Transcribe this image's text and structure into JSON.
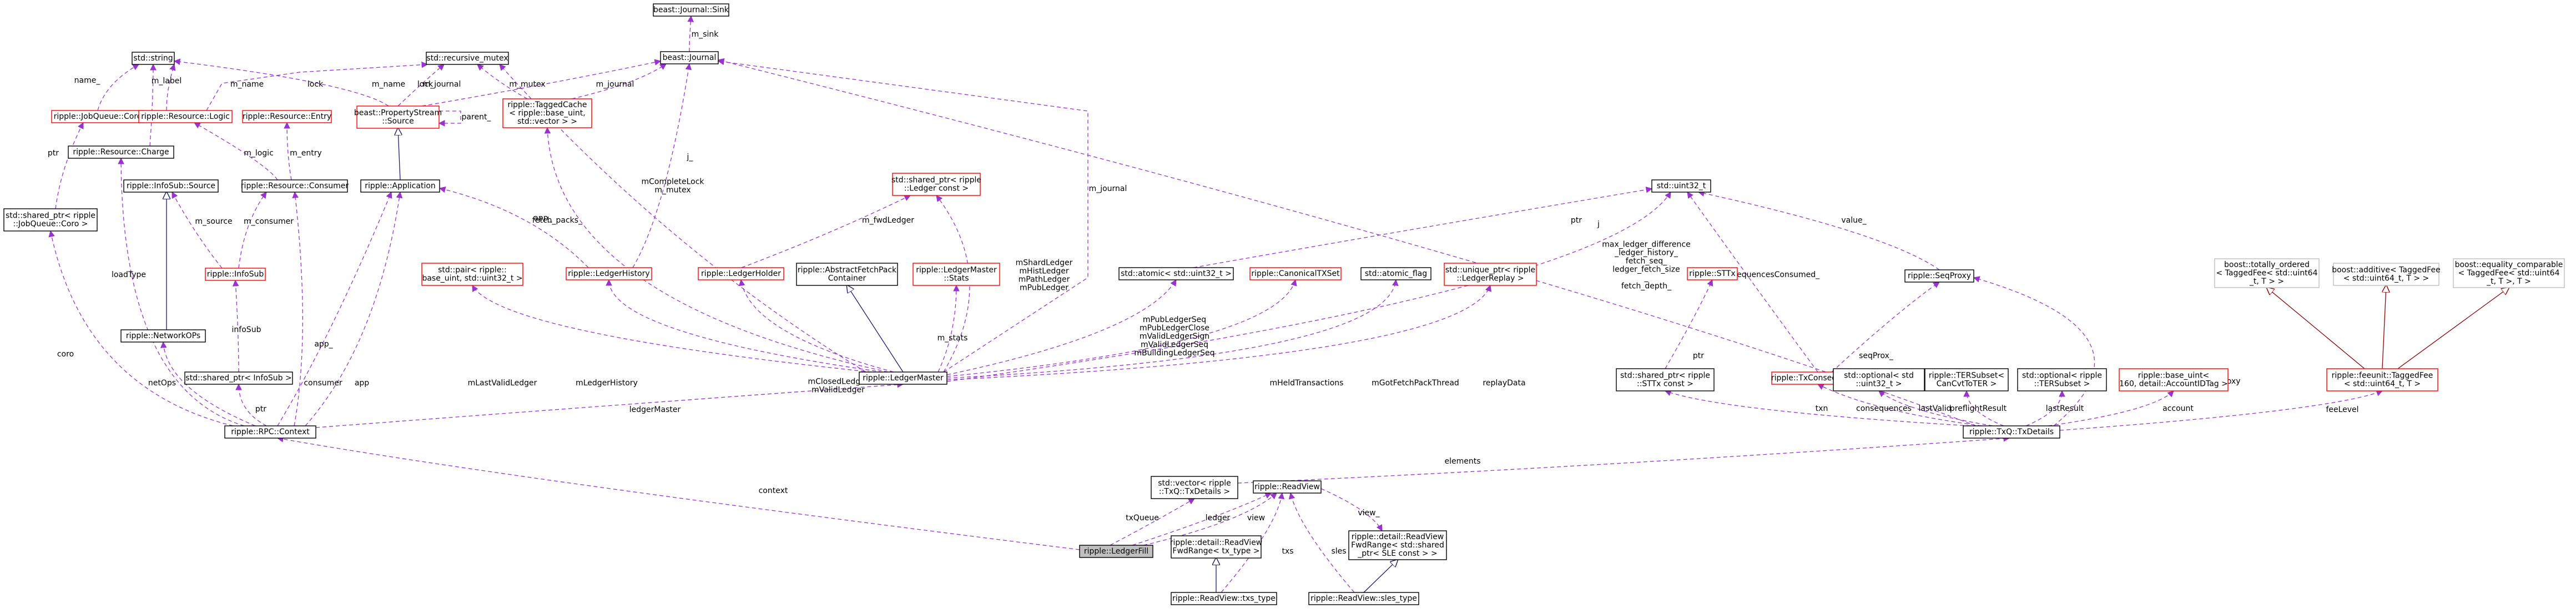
{
  "nodes": [
    {
      "id": "beast_journal_sink",
      "lines": [
        "beast::Journal::Sink"
      ],
      "style": "black"
    },
    {
      "id": "beast_journal",
      "lines": [
        "beast::Journal"
      ],
      "style": "black"
    },
    {
      "id": "std_string",
      "lines": [
        "std::string"
      ],
      "style": "black"
    },
    {
      "id": "std_recursive_mutex",
      "lines": [
        "std::recursive_mutex"
      ],
      "style": "black"
    },
    {
      "id": "jobqueue_coro",
      "lines": [
        "ripple::JobQueue::Coro"
      ],
      "style": "red"
    },
    {
      "id": "resource_logic",
      "lines": [
        "ripple::Resource::Logic"
      ],
      "style": "red"
    },
    {
      "id": "resource_entry",
      "lines": [
        "ripple::Resource::Entry"
      ],
      "style": "red"
    },
    {
      "id": "property_stream_source",
      "lines": [
        "beast::PropertyStream",
        "::Source"
      ],
      "style": "red"
    },
    {
      "id": "tagged_cache",
      "lines": [
        "ripple::TaggedCache",
        "< ripple::base_uint,",
        "std::vector > >"
      ],
      "style": "red"
    },
    {
      "id": "resource_charge",
      "lines": [
        "ripple::Resource::Charge"
      ],
      "style": "black"
    },
    {
      "id": "shared_ptr_coro",
      "lines": [
        "std::shared_ptr< ripple",
        "::JobQueue::Coro >"
      ],
      "style": "black"
    },
    {
      "id": "infosub_source",
      "lines": [
        "ripple::InfoSub::Source"
      ],
      "style": "black"
    },
    {
      "id": "resource_consumer",
      "lines": [
        "ripple::Resource::Consumer"
      ],
      "style": "black"
    },
    {
      "id": "application",
      "lines": [
        "ripple::Application"
      ],
      "style": "black"
    },
    {
      "id": "shared_ptr_ledger_const",
      "lines": [
        "std::shared_ptr< ripple",
        "::Ledger const >"
      ],
      "style": "red"
    },
    {
      "id": "infosub",
      "lines": [
        "ripple::InfoSub"
      ],
      "style": "red"
    },
    {
      "id": "std_pair",
      "lines": [
        "std::pair< ripple::",
        "base_uint, std::uint32_t >"
      ],
      "style": "red"
    },
    {
      "id": "ledger_history",
      "lines": [
        "ripple::LedgerHistory"
      ],
      "style": "red"
    },
    {
      "id": "ledger_holder",
      "lines": [
        "ripple::LedgerHolder"
      ],
      "style": "red"
    },
    {
      "id": "abstract_fetch_pack",
      "lines": [
        "ripple::AbstractFetchPack",
        "Container"
      ],
      "style": "black"
    },
    {
      "id": "ledger_master_stats",
      "lines": [
        "ripple::LedgerMaster",
        "::Stats"
      ],
      "style": "red"
    },
    {
      "id": "atomic_uint32",
      "lines": [
        "std::atomic< std::uint32_t >"
      ],
      "style": "black"
    },
    {
      "id": "canonical_txset",
      "lines": [
        "ripple::CanonicalTXSet"
      ],
      "style": "red"
    },
    {
      "id": "atomic_flag",
      "lines": [
        "std::atomic_flag"
      ],
      "style": "black"
    },
    {
      "id": "unique_ptr_ledger_replay",
      "lines": [
        "std::unique_ptr< ripple",
        "::LedgerReplay >"
      ],
      "style": "red"
    },
    {
      "id": "uint32",
      "lines": [
        "std::uint32_t"
      ],
      "style": "black"
    },
    {
      "id": "sttx",
      "lines": [
        "ripple::STTx"
      ],
      "style": "red"
    },
    {
      "id": "seq_proxy",
      "lines": [
        "ripple::SeqProxy"
      ],
      "style": "black"
    },
    {
      "id": "totally_ordered",
      "lines": [
        "boost::totally_ordered",
        "< TaggedFee< std::uint64",
        "_t, T > >"
      ],
      "style": "grey"
    },
    {
      "id": "additive",
      "lines": [
        "boost::additive< TaggedFee",
        "< std::uint64_t, T > >"
      ],
      "style": "grey"
    },
    {
      "id": "equality_comparable",
      "lines": [
        "boost::equality_comparable",
        "< TaggedFee< std::uint64",
        "_t, T >, T >"
      ],
      "style": "grey"
    },
    {
      "id": "network_ops",
      "lines": [
        "ripple::NetworkOPs"
      ],
      "style": "black"
    },
    {
      "id": "shared_ptr_infosub",
      "lines": [
        "std::shared_ptr< InfoSub >"
      ],
      "style": "black"
    },
    {
      "id": "ledger_master",
      "lines": [
        "ripple::LedgerMaster"
      ],
      "style": "black"
    },
    {
      "id": "shared_ptr_sttx",
      "lines": [
        "std::shared_ptr< ripple",
        "::STTx const >"
      ],
      "style": "black"
    },
    {
      "id": "tx_consequences",
      "lines": [
        "ripple::TxConsequences"
      ],
      "style": "red"
    },
    {
      "id": "optional_uint32",
      "lines": [
        "std::optional< std",
        "::uint32_t >"
      ],
      "style": "black"
    },
    {
      "id": "ter_subset",
      "lines": [
        "ripple::TERSubset<",
        "CanCvtToTER >"
      ],
      "style": "black"
    },
    {
      "id": "optional_ter_subset",
      "lines": [
        "std::optional< ripple",
        "::TERSubset >"
      ],
      "style": "black"
    },
    {
      "id": "base_uint_account",
      "lines": [
        "ripple::base_uint<",
        "160, detail::AccountIDTag >"
      ],
      "style": "red"
    },
    {
      "id": "fee_unit",
      "lines": [
        "ripple::feeunit::TaggedFee",
        "< std::uint64_t, T >"
      ],
      "style": "red"
    },
    {
      "id": "rpc_context",
      "lines": [
        "ripple::RPC::Context"
      ],
      "style": "black"
    },
    {
      "id": "txq_txdetails",
      "lines": [
        "ripple::TxQ::TxDetails"
      ],
      "style": "black"
    },
    {
      "id": "vector_txdetails",
      "lines": [
        "std::vector< ripple",
        "::TxQ::TxDetails >"
      ],
      "style": "black"
    },
    {
      "id": "read_view",
      "lines": [
        "ripple::ReadView"
      ],
      "style": "black"
    },
    {
      "id": "readview_fwdrange_tx",
      "lines": [
        "ripple::detail::ReadView",
        "FwdRange< tx_type >"
      ],
      "style": "black"
    },
    {
      "id": "readview_fwdrange_sles",
      "lines": [
        "ripple::detail::ReadView",
        "FwdRange< std::shared",
        "_ptr< SLE const > >"
      ],
      "style": "black"
    },
    {
      "id": "ledger_fill",
      "lines": [
        "ripple::LedgerFill"
      ],
      "style": "gray-fill"
    },
    {
      "id": "readview_txs_type",
      "lines": [
        "ripple::ReadView::txs_type"
      ],
      "style": "black"
    },
    {
      "id": "readview_sles_type",
      "lines": [
        "ripple::ReadView::sles_type"
      ],
      "style": "black"
    }
  ],
  "edges": [
    {
      "label": "m_sink",
      "style": "purple"
    },
    {
      "label": "name_",
      "style": "purple"
    },
    {
      "label": "m_label",
      "style": "purple"
    },
    {
      "label": "m_name",
      "style": "purple"
    },
    {
      "label": "lock",
      "style": "purple"
    },
    {
      "label": "m_name",
      "style": "purple"
    },
    {
      "label": "lock",
      "style": "purple"
    },
    {
      "label": "m_journal",
      "style": "purple"
    },
    {
      "label": "m_mutex",
      "style": "purple"
    },
    {
      "label": "m_journal",
      "style": "purple"
    },
    {
      "label": "parent_",
      "style": "purple"
    },
    {
      "label": "ptr",
      "style": "purple"
    },
    {
      "label": "m_logic",
      "style": "purple"
    },
    {
      "label": "m_entry",
      "style": "purple"
    },
    {
      "label": "m_source",
      "style": "purple"
    },
    {
      "label": "m_consumer",
      "style": "purple"
    },
    {
      "label": "j_",
      "style": "purple"
    },
    {
      "label": "mCompleteLock\nm_mutex",
      "style": "purple"
    },
    {
      "label": "m_journal",
      "style": "purple"
    },
    {
      "label": "j",
      "style": "purple"
    },
    {
      "label": "ptr",
      "style": "purple"
    },
    {
      "label": "value_",
      "style": "purple"
    },
    {
      "label": "m_fwdLedger",
      "style": "purple"
    },
    {
      "label": "app_",
      "style": "purple"
    },
    {
      "label": "app_",
      "style": "purple"
    },
    {
      "label": "fetch_packs_",
      "style": "purple"
    },
    {
      "label": "coro",
      "style": "purple"
    },
    {
      "label": "loadType",
      "style": "purple"
    },
    {
      "label": "netOps",
      "style": "purple"
    },
    {
      "label": "ptr",
      "style": "purple"
    },
    {
      "label": "infoSub",
      "style": "purple"
    },
    {
      "label": "consumer",
      "style": "purple"
    },
    {
      "label": "app",
      "style": "purple"
    },
    {
      "label": "mLastValidLedger",
      "style": "purple"
    },
    {
      "label": "mLedgerHistory",
      "style": "purple"
    },
    {
      "label": "mClosedLedger\nmValidLedger",
      "style": "purple"
    },
    {
      "label": "m_stats",
      "style": "purple"
    },
    {
      "label": "mShardLedger\nmHistLedger\nmPathLedger\nmPubLedger",
      "style": "purple"
    },
    {
      "label": "mPubLedgerSeq\nmPubLedgerClose\nmValidLedgerSign\nmValidLedgerSeq\nmBuildingLedgerSeq",
      "style": "purple"
    },
    {
      "label": "mHeldTransactions",
      "style": "purple"
    },
    {
      "label": "mGotFetchPackThread",
      "style": "purple"
    },
    {
      "label": "replayData",
      "style": "purple"
    },
    {
      "label": "max_ledger_difference\n_ledger_history_\nfetch_seq_\nledger_fetch_size\n_\nfetch_depth_",
      "style": "purple"
    },
    {
      "label": "ptr",
      "style": "purple"
    },
    {
      "label": "sequencesConsumed_",
      "style": "purple"
    },
    {
      "label": "seqProx_",
      "style": "purple"
    },
    {
      "label": "seqProxy",
      "style": "purple"
    },
    {
      "label": "txn",
      "style": "purple"
    },
    {
      "label": "consequences",
      "style": "purple"
    },
    {
      "label": "lastValid",
      "style": "purple"
    },
    {
      "label": "preflightResult",
      "style": "purple"
    },
    {
      "label": "lastResult",
      "style": "purple"
    },
    {
      "label": "account",
      "style": "purple"
    },
    {
      "label": "feeLevel",
      "style": "purple"
    },
    {
      "label": "ledgerMaster",
      "style": "purple"
    },
    {
      "label": "elements",
      "style": "purple"
    },
    {
      "label": "context",
      "style": "purple"
    },
    {
      "label": "txQueue",
      "style": "purple"
    },
    {
      "label": "ledger",
      "style": "purple"
    },
    {
      "label": "view",
      "style": "purple"
    },
    {
      "label": "txs",
      "style": "purple"
    },
    {
      "label": "sles",
      "style": "purple"
    },
    {
      "label": "view_",
      "style": "purple"
    },
    {
      "label": "",
      "style": "blue"
    },
    {
      "label": "",
      "style": "blue"
    },
    {
      "label": "",
      "style": "blue"
    },
    {
      "label": "",
      "style": "blue"
    },
    {
      "label": "",
      "style": "blue"
    },
    {
      "label": "",
      "style": "red"
    },
    {
      "label": "",
      "style": "red"
    },
    {
      "label": "",
      "style": "red"
    }
  ]
}
